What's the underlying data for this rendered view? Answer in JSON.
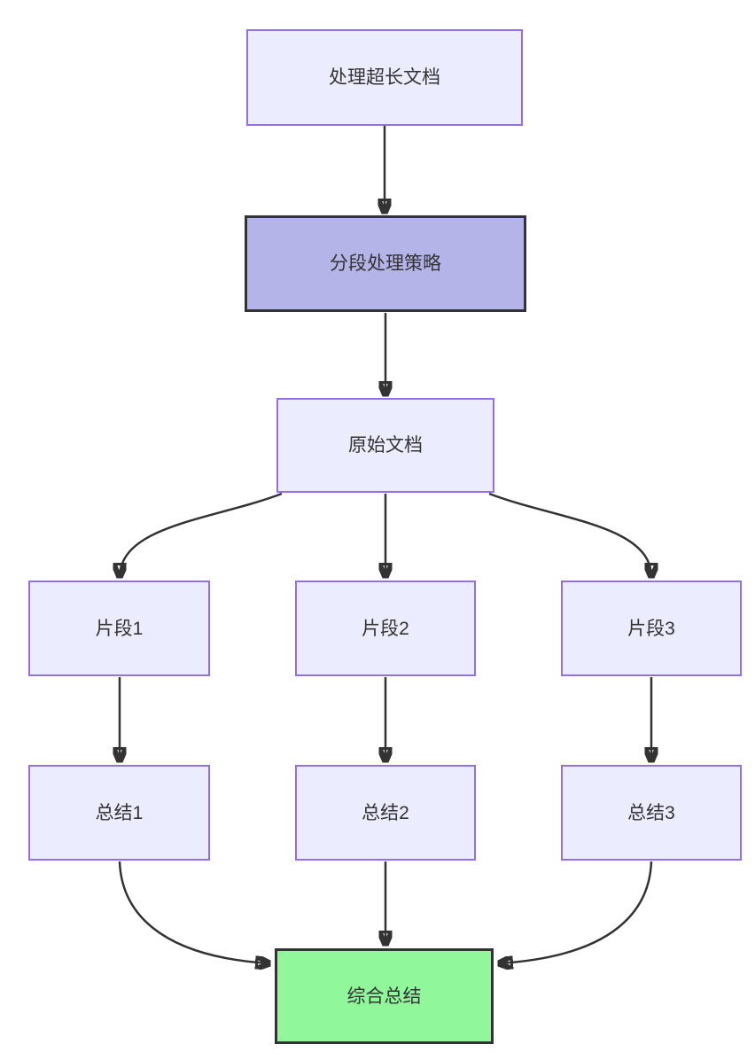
{
  "diagram": {
    "type": "flowchart",
    "direction": "top-down",
    "nodes": [
      {
        "id": "A",
        "label": "处理超长文档",
        "style": "default"
      },
      {
        "id": "B",
        "label": "分段处理策略",
        "style": "highlight"
      },
      {
        "id": "C",
        "label": "原始文档",
        "style": "default"
      },
      {
        "id": "D1",
        "label": "片段1",
        "style": "default"
      },
      {
        "id": "D2",
        "label": "片段2",
        "style": "default"
      },
      {
        "id": "D3",
        "label": "片段3",
        "style": "default"
      },
      {
        "id": "E1",
        "label": "总结1",
        "style": "default"
      },
      {
        "id": "E2",
        "label": "总结2",
        "style": "default"
      },
      {
        "id": "E3",
        "label": "总结3",
        "style": "default"
      }
    ],
    "result_node": {
      "id": "F",
      "label": "综合总结",
      "style": "result"
    },
    "edges": [
      {
        "from": "A",
        "to": "B"
      },
      {
        "from": "B",
        "to": "C"
      },
      {
        "from": "C",
        "to": "D1"
      },
      {
        "from": "C",
        "to": "D2"
      },
      {
        "from": "C",
        "to": "D3"
      },
      {
        "from": "D1",
        "to": "E1"
      },
      {
        "from": "D2",
        "to": "E2"
      },
      {
        "from": "D3",
        "to": "E3"
      },
      {
        "from": "E1",
        "to": "F"
      },
      {
        "from": "E2",
        "to": "F"
      },
      {
        "from": "E3",
        "to": "F"
      }
    ],
    "colors": {
      "node_fill": "#ECECFF",
      "node_border": "#9370DB",
      "highlight_fill": "#B4B4E8",
      "highlight_border": "#333333",
      "result_fill": "#91F79B",
      "result_border": "#333333",
      "edge": "#333333",
      "text": "#333333"
    }
  }
}
